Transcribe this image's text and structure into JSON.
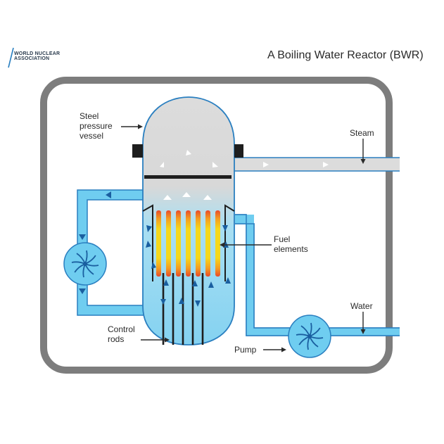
{
  "logo": {
    "line1": "WORLD NUCLEAR",
    "line2": "ASSOCIATION"
  },
  "title": "A Boiling Water Reactor (BWR)",
  "labels": {
    "vessel": [
      "Steel",
      "pressure",
      "vessel"
    ],
    "steam": "Steam",
    "fuel": [
      "Fuel",
      "elements"
    ],
    "water": "Water",
    "control": [
      "Control",
      "rods"
    ],
    "pump": "Pump"
  },
  "colors": {
    "containment": "#7d7d7d",
    "water_pipe": "#6fcdf0",
    "pipe_outline": "#2a7fc0",
    "steam_gray": "#dcdcdc",
    "water_blue": "#8ad6f3",
    "fuel_red": "#e8472a",
    "fuel_yellow": "#f5d51a",
    "rod_dark": "#1e1e1e",
    "arrow_blue": "#1a5fa0"
  }
}
